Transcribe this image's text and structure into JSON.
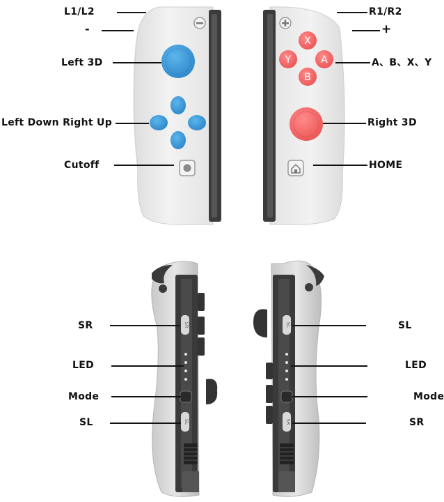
{
  "top_labels": {
    "l1l2": "L1/L2",
    "minus": "-",
    "left_3d": "Left 3D",
    "dpad": "Left Down Right Up",
    "cutoff": "Cutoff",
    "r1r2": "R1/R2",
    "plus": "+",
    "abxy": "A、B、X、Y",
    "right_3d": "Right 3D",
    "home": "HOME"
  },
  "face_buttons": {
    "x": "X",
    "y": "Y",
    "a": "A",
    "b": "B"
  },
  "bottom_labels": {
    "left_sr": "SR",
    "left_led": "LED",
    "left_mode": "Mode",
    "left_sl": "SL",
    "right_sl": "SL",
    "right_led": "LED",
    "right_mode": "Mode",
    "right_sr": "SR"
  },
  "rail_buttons": {
    "sl": "SL",
    "sr": "SR"
  },
  "icons": [
    "minus-icon",
    "plus-icon",
    "home-icon",
    "capture-icon"
  ],
  "colors": {
    "controller_body": "#ebebeb",
    "left_accent": "#3d9bdc",
    "right_accent": "#f06a6a",
    "rail": "#3a3a3a"
  }
}
